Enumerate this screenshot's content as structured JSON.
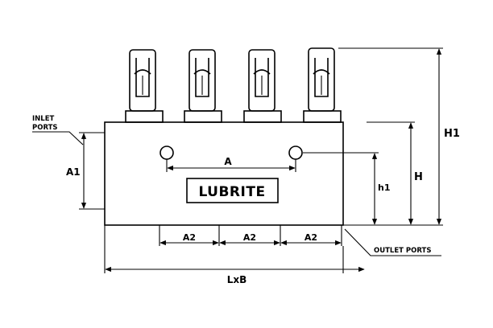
{
  "labels": {
    "inlet_ports": [
      "INLET",
      "PORTS"
    ],
    "outlet_ports": "OUTLET PORTS",
    "brand": "LUBRITE",
    "dim_a": "A",
    "dim_a1": "A1",
    "dim_a2": "A2",
    "dim_h1_small": "h1",
    "dim_h": "H",
    "dim_h1_big": "H1",
    "dim_lxb": "LxB"
  }
}
